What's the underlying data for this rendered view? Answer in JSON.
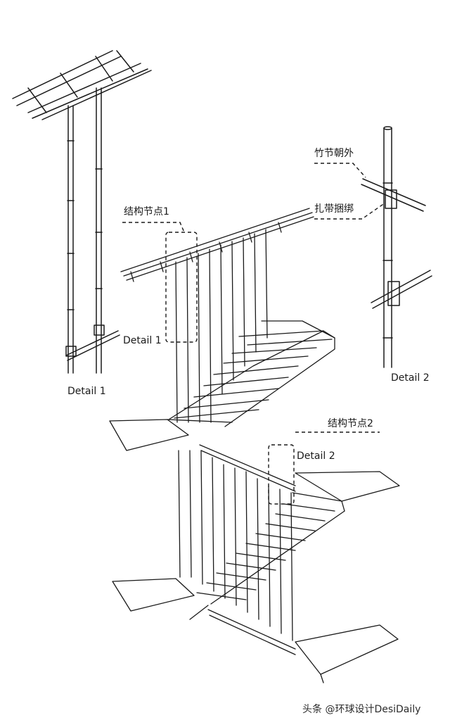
{
  "labels": {
    "detail1_top": "Detail 1",
    "detail1_mid": "Detail 1",
    "detail2_right": "Detail 2",
    "detail2_mid": "Detail 2",
    "node1": "结构节点1",
    "node2": "结构节点2",
    "bamboo_out": "竹节朝外",
    "ties": "扎带捆绑"
  },
  "watermark": "头条 @环球设计DesiDaily",
  "colors": {
    "ink": "#1a1a1a",
    "paper": "#ffffff"
  }
}
